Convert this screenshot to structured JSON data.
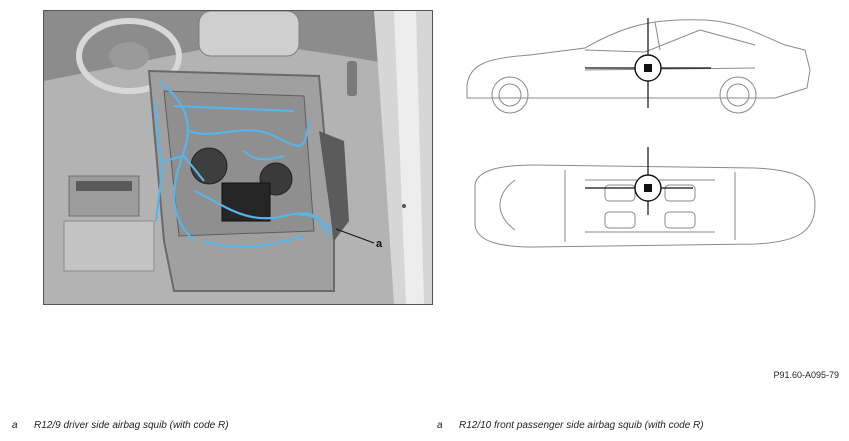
{
  "photo": {
    "callout_label": "a"
  },
  "figure_code": "P91.60-A095-79",
  "legend": [
    {
      "key": "a",
      "text": "R12/9 driver side airbag squib (with code R)"
    },
    {
      "key": "a",
      "text": "R12/10 front passenger side airbag squib (with code R)"
    }
  ],
  "colors": {
    "wiring_highlight": "#5ab4e6",
    "locator_square": "#111111"
  }
}
